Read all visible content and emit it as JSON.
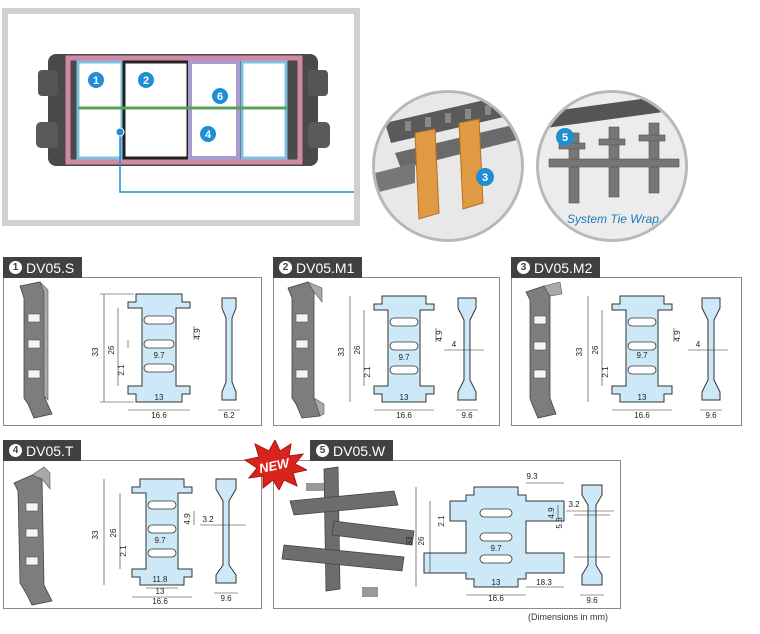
{
  "overview": {
    "callouts": [
      "1",
      "2",
      "6",
      "4"
    ]
  },
  "zoom_views": [
    {
      "callout": "3"
    },
    {
      "callout": "5",
      "label": "System Tie Wrap"
    }
  ],
  "panels": [
    {
      "num": "1",
      "model": "DV05.S",
      "dims": {
        "height": "33",
        "inner": "26",
        "side": "2.1",
        "slot_w": "9.7",
        "slot_h": "4.9",
        "width_inner": "13",
        "width_outer": "16.6",
        "thickness": "6.2"
      }
    },
    {
      "num": "2",
      "model": "DV05.M1",
      "dims": {
        "height": "33",
        "inner": "26",
        "side": "2.1",
        "slot_w": "9.7",
        "slot_h": "4.9",
        "width_inner": "13",
        "width_outer": "16.6",
        "web": "4",
        "thickness": "9.6"
      }
    },
    {
      "num": "3",
      "model": "DV05.M2",
      "dims": {
        "height": "33",
        "inner": "26",
        "side": "2.1",
        "slot_w": "9.7",
        "slot_h": "4.9",
        "width_inner": "13",
        "width_outer": "16.6",
        "web": "4",
        "thickness": "9.6"
      }
    },
    {
      "num": "4",
      "model": "DV05.T",
      "dims": {
        "height": "33",
        "inner": "26",
        "side": "2.1",
        "slot_w": "9.7",
        "slot_h": "4.9",
        "foot": "11.8",
        "width_inner": "13",
        "width_outer": "16.6",
        "web": "3.2",
        "thickness": "9.6"
      }
    },
    {
      "num": "5",
      "model": "DV05.W",
      "dims": {
        "top": "9.3",
        "height": "33",
        "inner": "26",
        "side": "2.1",
        "slot_w": "9.7",
        "slot_h": "4.9",
        "slot_h2": "5.6",
        "width_inner": "13",
        "width_outer": "16.6",
        "arm": "18.3",
        "web": "3.2",
        "thickness": "9.6"
      }
    }
  ],
  "new_badge": "NEW",
  "note": "(Dimensions in mm)",
  "colors": {
    "accent": "#1f8fd4",
    "tab_bg": "#414141",
    "part_fill": "#cde9f7",
    "new_red": "#d8241c"
  }
}
